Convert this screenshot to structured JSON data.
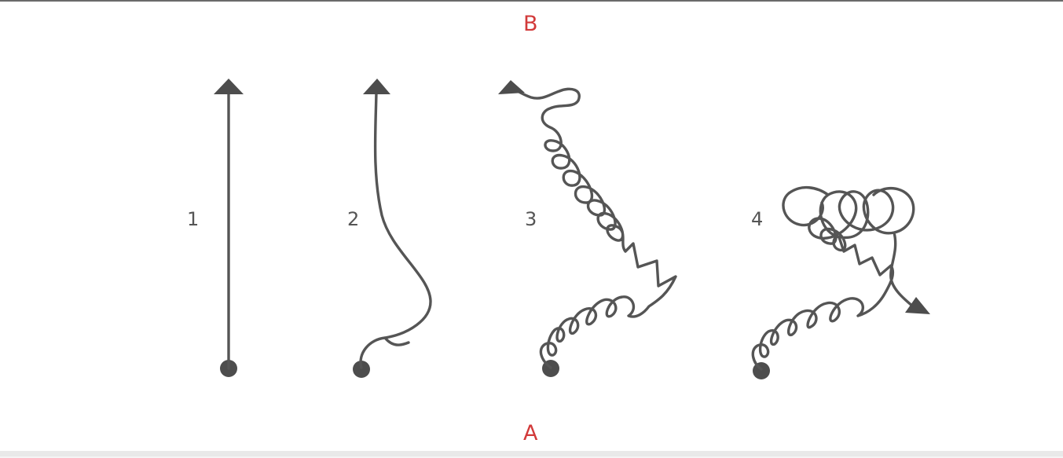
{
  "labels": {
    "top": "B",
    "bottom": "A"
  },
  "paths": [
    {
      "number": "1"
    },
    {
      "number": "2"
    },
    {
      "number": "3"
    },
    {
      "number": "4"
    }
  ],
  "colors": {
    "point_label": "#d23a3a",
    "path_stroke": "#555555",
    "background": "#ffffff"
  }
}
